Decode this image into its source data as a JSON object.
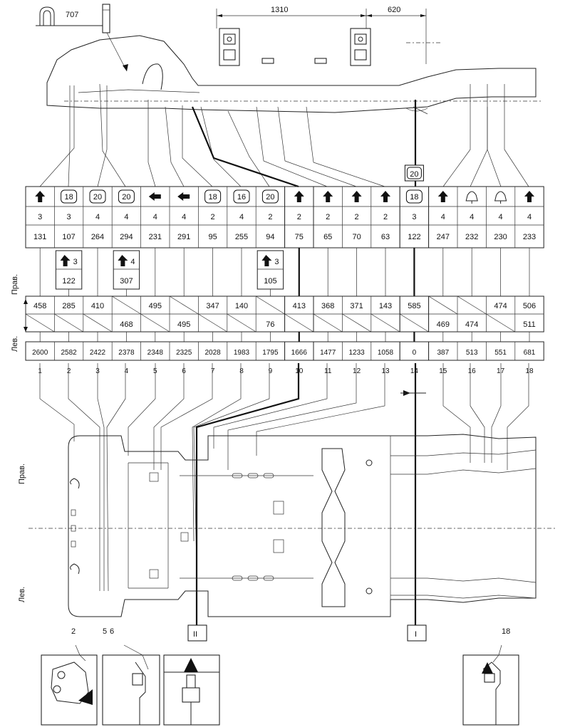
{
  "top_dimension": {
    "left": "1310",
    "right": "620"
  },
  "icon_number": "707",
  "ground_levels": [
    "2600",
    "2582",
    "2422",
    "2378",
    "2348",
    "2325",
    "2028",
    "1983",
    "1795",
    "1666",
    "1477",
    "1233",
    "1058",
    "0",
    "387",
    "513",
    "551",
    "681"
  ],
  "point_numbers": [
    "1",
    "2",
    "3",
    "4",
    "5",
    "6",
    "7",
    "8",
    "9",
    "10",
    "11",
    "12",
    "13",
    "14",
    "15",
    "16",
    "17",
    "18"
  ],
  "rows": {
    "symbols": [
      "arrow-up",
      "18",
      "20",
      "20",
      "arrow-left",
      "arrow-left",
      "18",
      "16",
      "20",
      "arrow-up",
      "arrow-up",
      "arrow-up",
      "arrow-up",
      "18",
      "arrow-up",
      "mount-icon",
      "mount-icon",
      "arrow-up"
    ],
    "extra_symbol_14": "20",
    "counts": [
      "3",
      "3",
      "4",
      "4",
      "4",
      "4",
      "2",
      "4",
      "2",
      "2",
      "2",
      "2",
      "2",
      "3",
      "4",
      "4",
      "4",
      "4"
    ],
    "diameters": [
      "131",
      "107",
      "264",
      "294",
      "231",
      "291",
      "95",
      "255",
      "94",
      "75",
      "65",
      "70",
      "63",
      "122",
      "247",
      "232",
      "230",
      "233"
    ],
    "sub": [
      {
        "col": 2,
        "count": "3",
        "value": "122"
      },
      {
        "col": 4,
        "count": "4",
        "value": "307"
      },
      {
        "col": 9,
        "count": "3",
        "value": "105"
      }
    ],
    "right_side": [
      "458",
      "285",
      "410",
      "",
      "495",
      "",
      "347",
      "140",
      "",
      "413",
      "368",
      "371",
      "143",
      "585",
      "",
      "",
      "474",
      "506"
    ],
    "left_side": [
      "",
      "",
      "",
      "468",
      "",
      "495",
      "",
      "",
      "76",
      "",
      "",
      "",
      "",
      "",
      "469",
      "474",
      "",
      "511"
    ]
  },
  "side_labels": {
    "right": "Прав.",
    "left": "Лев."
  },
  "bottom_labels": {
    "a": "2",
    "b": "5",
    "c": "6",
    "d": "II",
    "e": "I",
    "f": "18"
  }
}
